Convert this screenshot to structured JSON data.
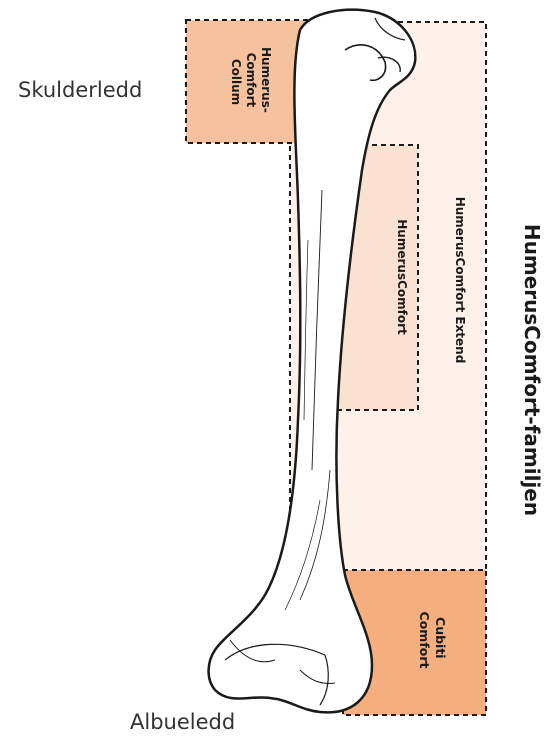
{
  "labels": {
    "shoulder": "Skulderledd",
    "elbow": "Albueledd"
  },
  "family_title": "HumerusComfort-familjen",
  "products": {
    "collum": [
      "Humerus-",
      "Comfort",
      "Collum"
    ],
    "comfort": "HumerusComfort",
    "extend": "HumerusComfort Extend",
    "cubiti": [
      "Cubiti",
      "Comfort"
    ]
  },
  "colors": {
    "collum_fill": "#f5c19e",
    "comfort_fill": "#fbe1d1",
    "extend_fill": "#fdf1ea",
    "cubiti_fill": "#f5ae7f",
    "bone_fill": "#ffffff",
    "outline": "#1a1a1a"
  }
}
